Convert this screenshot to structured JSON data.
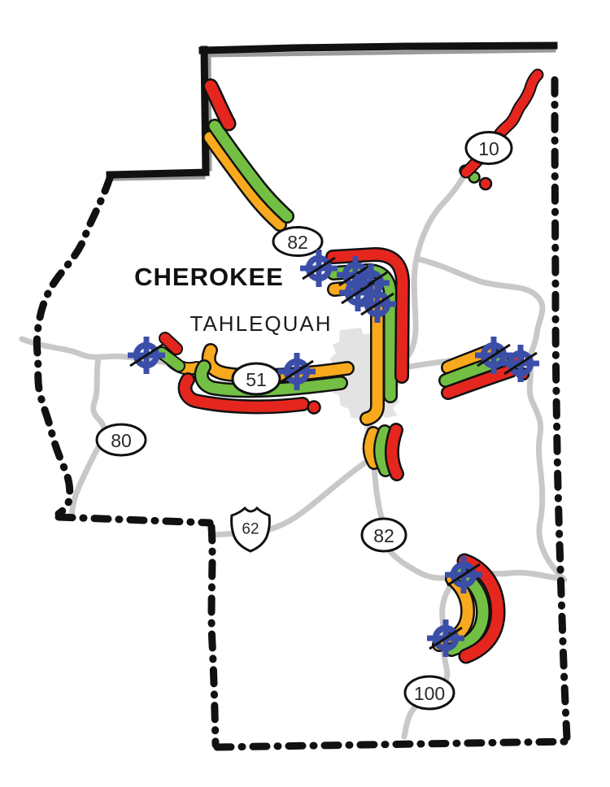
{
  "map": {
    "county_label": "CHEROKEE",
    "city_label": "TAHLEQUAH",
    "shields": [
      {
        "label": "10",
        "type": "state-oval"
      },
      {
        "label": "82",
        "type": "state-oval"
      },
      {
        "label": "51",
        "type": "state-oval"
      },
      {
        "label": "80",
        "type": "state-oval"
      },
      {
        "label": "62",
        "type": "us-route-shield"
      },
      {
        "label": "82",
        "type": "state-oval"
      },
      {
        "label": "100",
        "type": "state-oval"
      }
    ],
    "markers": {
      "icon": "crosshair-target-icon",
      "count": 11
    },
    "colors": {
      "segment_red": "#e5261f",
      "segment_green": "#73bf44",
      "segment_orange": "#f8a91d",
      "marker_blue": "#3b4ea8",
      "road_gray": "#c8c8c8",
      "city_gray": "#e3e3e3",
      "boundary_black": "#111111",
      "shield_fill": "#ffffff"
    }
  }
}
